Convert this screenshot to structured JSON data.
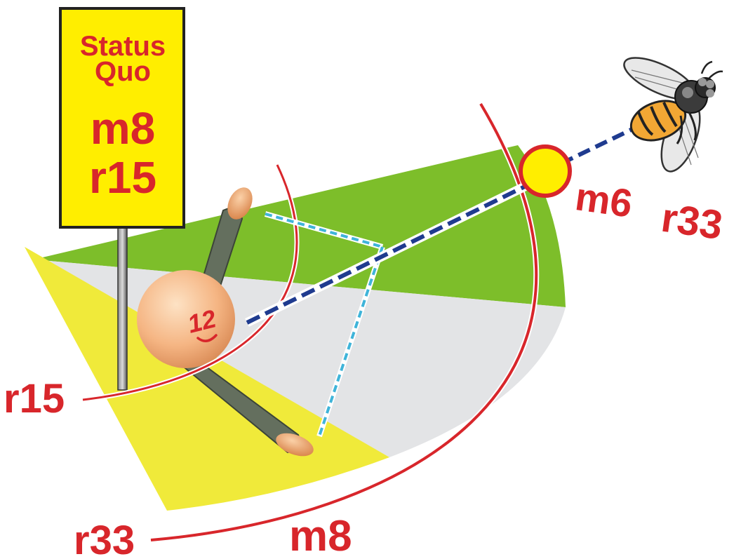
{
  "sign": {
    "line1": "Status",
    "line2": "Quo",
    "line3": "m8",
    "line4": "r15"
  },
  "labels": {
    "target_m": "m6",
    "target_r": "r33",
    "inner_arc": "r15",
    "outer_arc": "r33",
    "bottom_m": "m8"
  },
  "figure": {
    "face_number": "12"
  },
  "colors": {
    "green_zone": "#7dbe2a",
    "grey_zone": "#e3e4e6",
    "yellow_zone": "#f0ea3a",
    "arc_red": "#d8262b",
    "sign_yellow": "#ffee00",
    "target_yellow": "#ffee00",
    "dash_blue": "#1f3b8f",
    "dash_cyan": "#3fb4d9",
    "arm_grey": "#646f5e"
  },
  "icons": {
    "creature": "bee-icon",
    "target": "target-circle-icon"
  }
}
